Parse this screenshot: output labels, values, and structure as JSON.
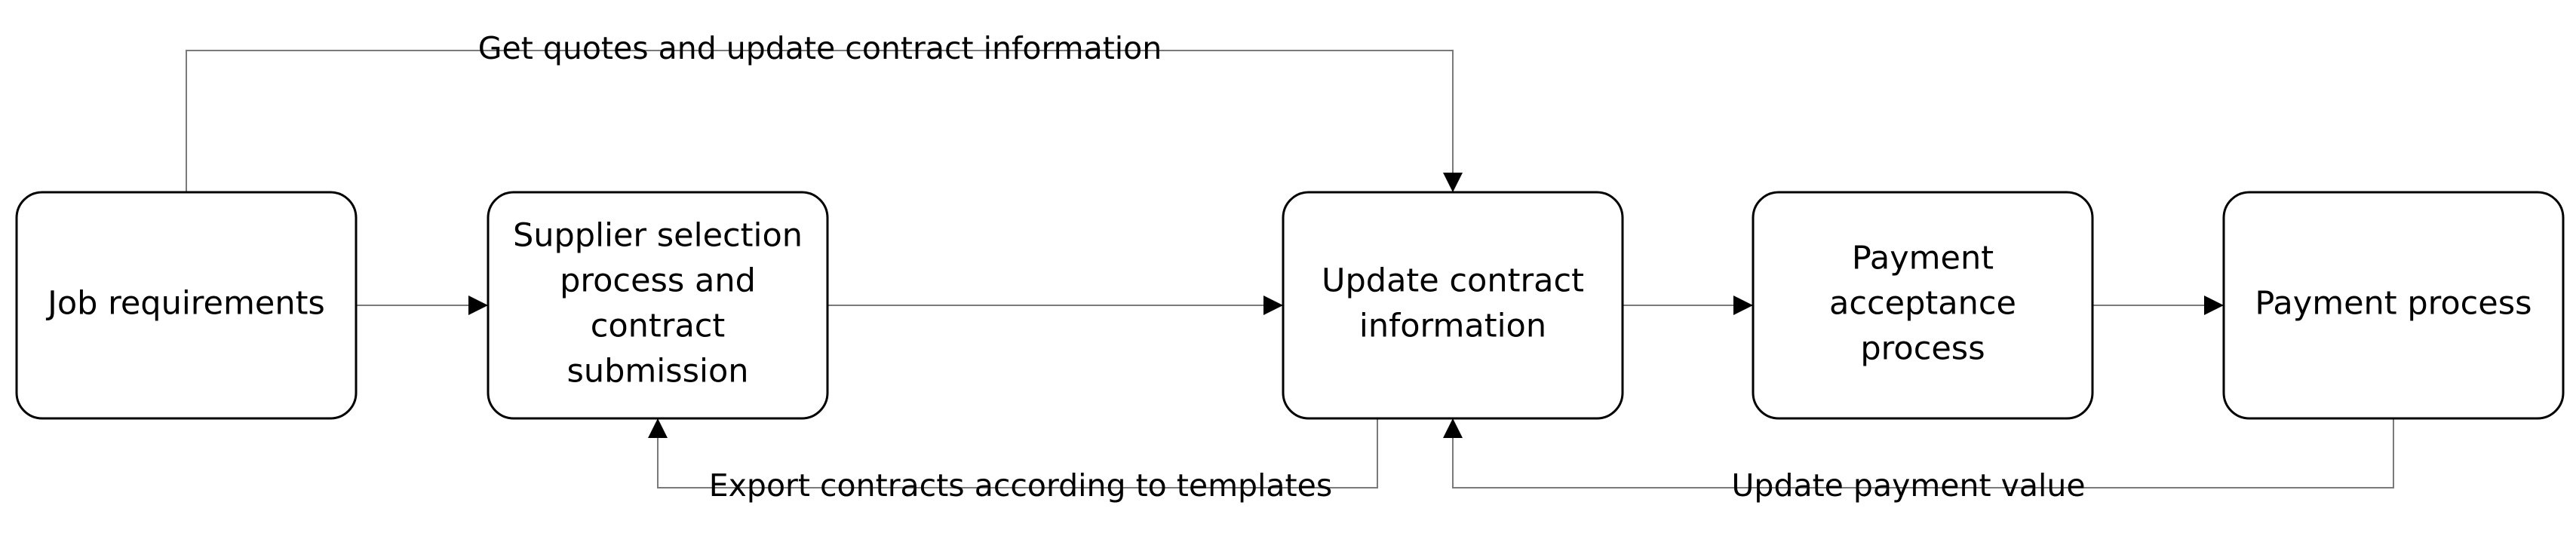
{
  "diagram": {
    "colors": {
      "node_stroke": "#000000",
      "node_fill": "#ffffff",
      "edge_stroke": "#7a7a7a",
      "text": "#000000"
    },
    "nodes": [
      {
        "id": "job",
        "lines": [
          "Job requirements"
        ]
      },
      {
        "id": "supplier",
        "lines": [
          "Supplier selection",
          "process and",
          "contract",
          "submission"
        ]
      },
      {
        "id": "update",
        "lines": [
          "Update contract",
          "information"
        ]
      },
      {
        "id": "acceptance",
        "lines": [
          "Payment",
          "acceptance",
          "process"
        ]
      },
      {
        "id": "payment",
        "lines": [
          "Payment process"
        ]
      }
    ],
    "edges": [
      {
        "id": "job-supplier",
        "from": "job",
        "to": "supplier",
        "label": ""
      },
      {
        "id": "supplier-update",
        "from": "supplier",
        "to": "update",
        "label": ""
      },
      {
        "id": "update-acceptance",
        "from": "update",
        "to": "acceptance",
        "label": ""
      },
      {
        "id": "acceptance-payment",
        "from": "acceptance",
        "to": "payment",
        "label": ""
      },
      {
        "id": "job-update",
        "from": "job",
        "to": "update",
        "label": "Get quotes and update contract information"
      },
      {
        "id": "update-supplier",
        "from": "update",
        "to": "supplier",
        "label": "Export contracts according to templates"
      },
      {
        "id": "payment-update",
        "from": "payment",
        "to": "update",
        "label": "Update payment value"
      }
    ]
  }
}
